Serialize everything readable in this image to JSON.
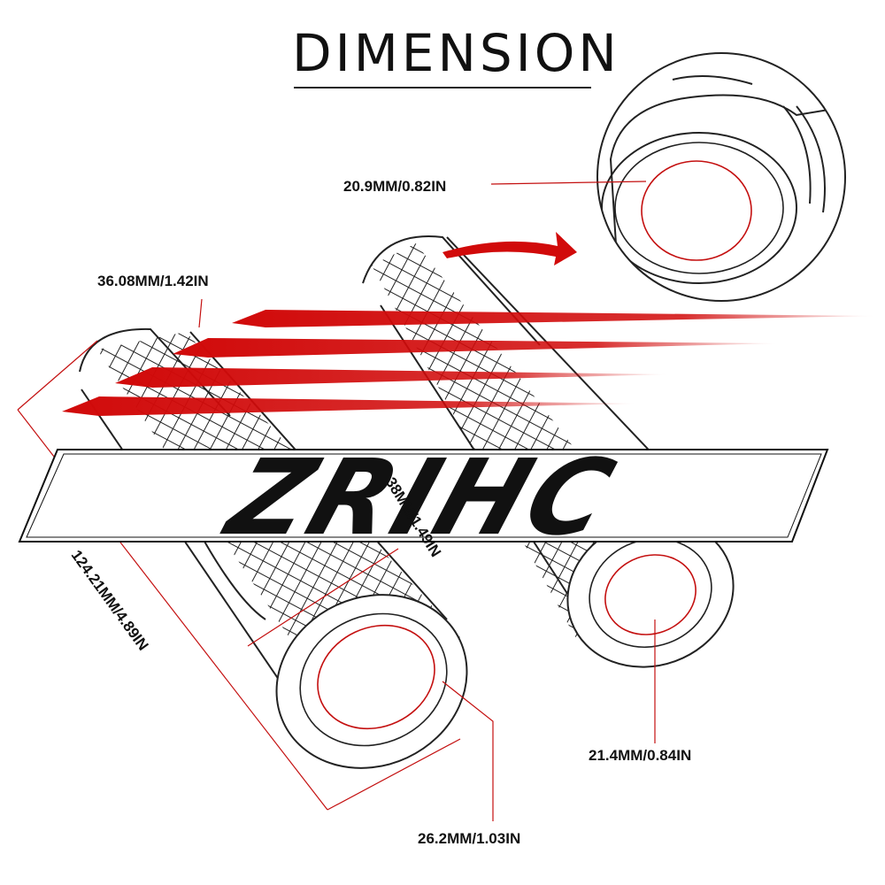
{
  "title": "DIMENSION",
  "brand_logo_text": "ZRIHC",
  "colors": {
    "accent_red": "#d10a0a",
    "line_red": "#c41010",
    "ink": "#111111"
  },
  "dimensions": {
    "inner_detail": "20.9MM/0.82IN",
    "outer_diameter": "36.08MM/1.42IN",
    "length": "124.21MM/4.89IN",
    "mid_diameter": "38MM/1.49IN",
    "left_bore": "26.2MM/1.03IN",
    "right_bore": "21.4MM/0.84IN"
  }
}
